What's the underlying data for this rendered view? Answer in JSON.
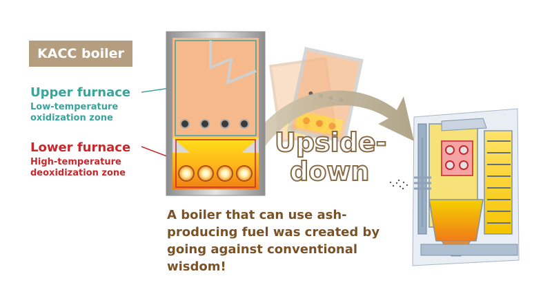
{
  "badge": {
    "label": "KACC boiler"
  },
  "upper_furnace": {
    "title": "Upper furnace",
    "subtitle_lines": [
      "Low-temperature",
      "oxidization zone"
    ],
    "color": "#3aa39a"
  },
  "lower_furnace": {
    "title": "Lower furnace",
    "subtitle_lines": [
      "High-temperature",
      "deoxidization zone"
    ],
    "color": "#c8282c"
  },
  "arrow_text": {
    "line1": "Upside-",
    "line2": "down"
  },
  "caption": "A boiler that can use ash-producing fuel was created by going against conventional wisdom!",
  "colors": {
    "badge": "#b59e80",
    "caption": "#7a5228",
    "arrow": "#b5a98e",
    "frame": "#9a9a9a",
    "furnace_upper": "#f5b98c",
    "flame": "#f08a1c"
  }
}
